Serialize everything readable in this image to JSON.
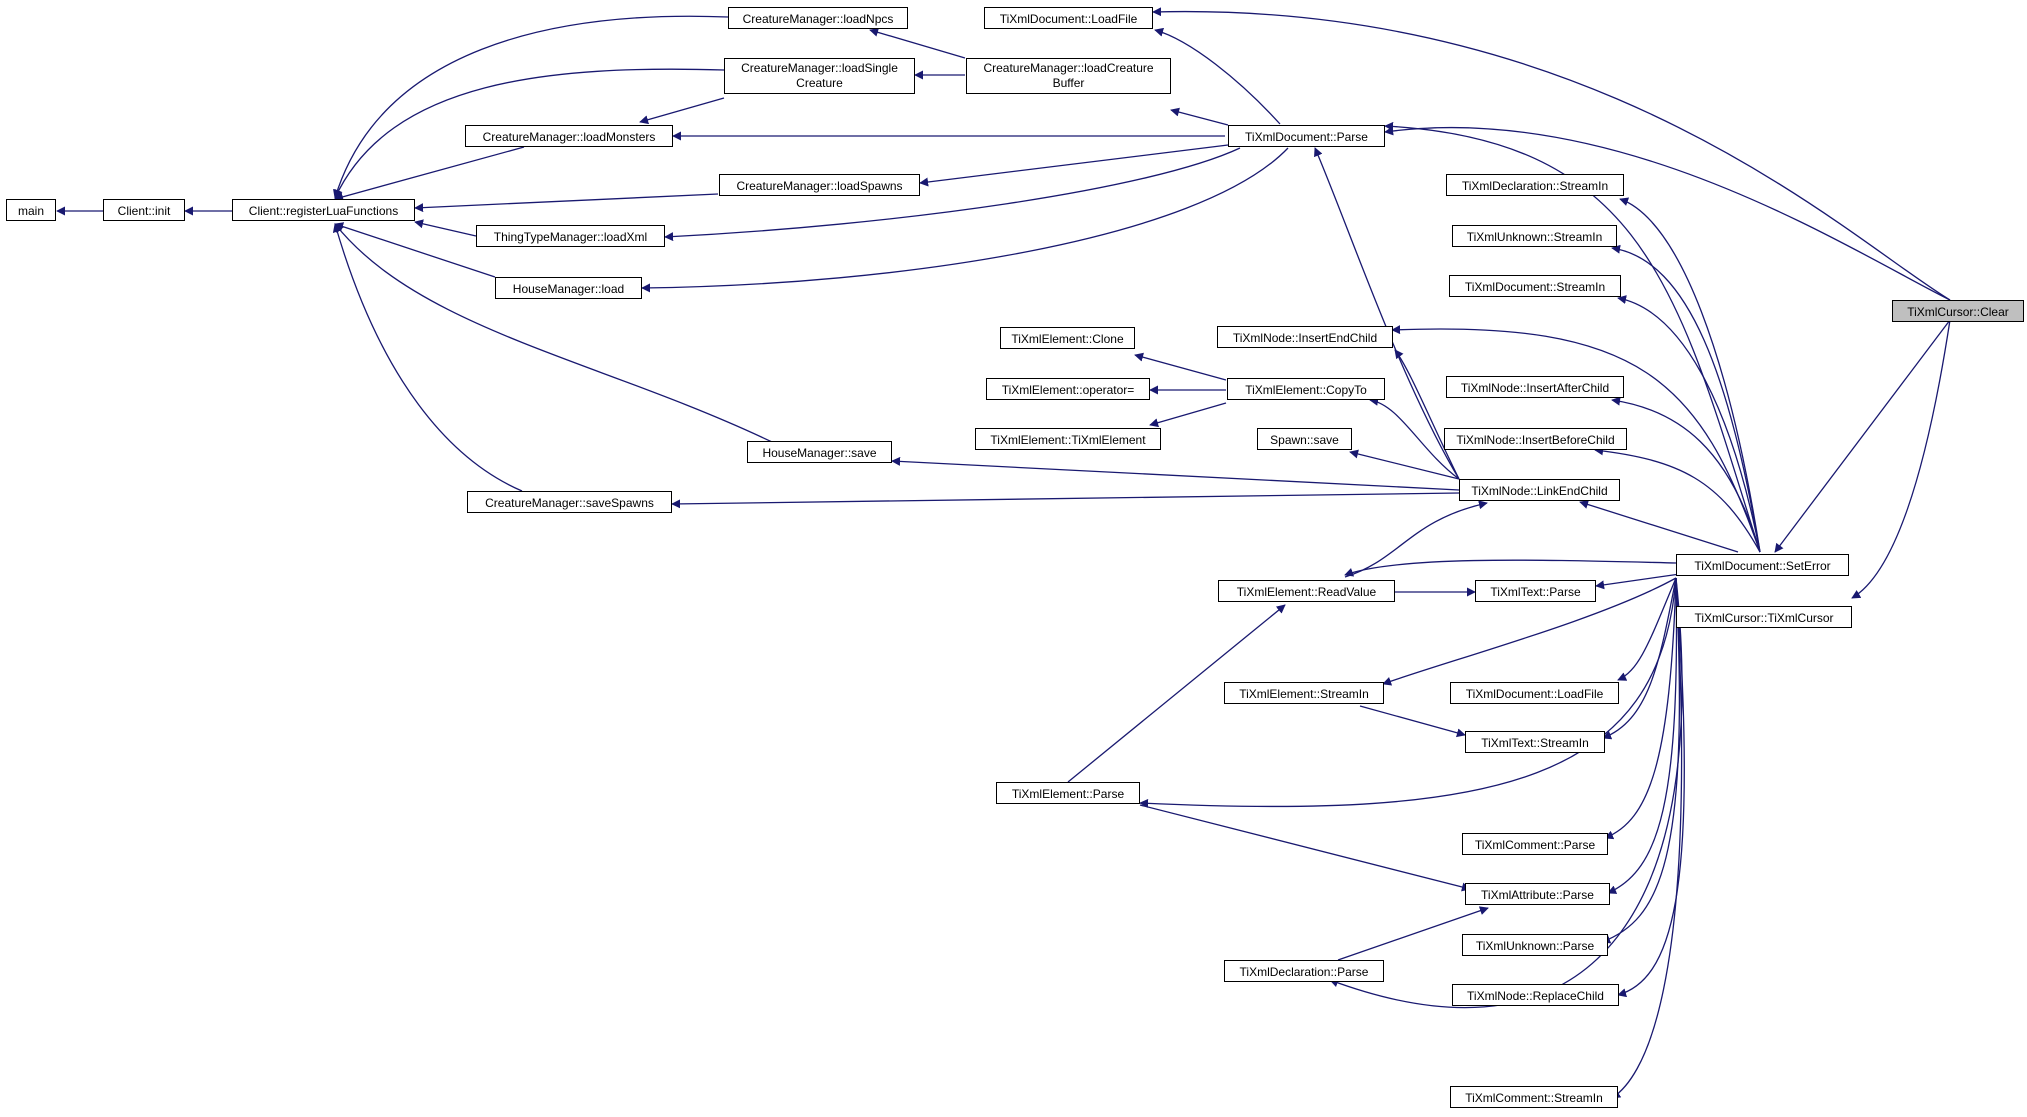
{
  "graph": {
    "colors": {
      "edge": "#191970",
      "node_border": "#000000",
      "node_fill": "#ffffff",
      "highlight_fill": "#bfbfbf"
    },
    "nodes": {
      "main": "main",
      "client_init": "Client::init",
      "register_lua": "Client::registerLuaFunctions",
      "cm_load_npcs": "CreatureManager::loadNpcs",
      "cm_load_single_1": "CreatureManager::loadSingle",
      "cm_load_single_2": "Creature",
      "cm_load_monsters": "CreatureManager::loadMonsters",
      "cm_load_spawns": "CreatureManager::loadSpawns",
      "ttm_load_xml": "ThingTypeManager::loadXml",
      "hm_load": "HouseManager::load",
      "hm_save": "HouseManager::save",
      "cm_save_spawns": "CreatureManager::saveSpawns",
      "doc_loadfile_top": "TiXmlDocument::LoadFile",
      "cm_load_buffer_1": "CreatureManager::loadCreature",
      "cm_load_buffer_2": "Buffer",
      "doc_parse": "TiXmlDocument::Parse",
      "el_clone": "TiXmlElement::Clone",
      "el_operator": "TiXmlElement::operator=",
      "el_ctor": "TiXmlElement::TiXmlElement",
      "el_copyto": "TiXmlElement::CopyTo",
      "node_insert_end": "TiXmlNode::InsertEndChild",
      "spawn_save": "Spawn::save",
      "node_link_end": "TiXmlNode::LinkEndChild",
      "el_readvalue": "TiXmlElement::ReadValue",
      "el_streamin": "TiXmlElement::StreamIn",
      "el_parse": "TiXmlElement::Parse",
      "decl_parse": "TiXmlDeclaration::Parse",
      "decl_streamin": "TiXmlDeclaration::StreamIn",
      "unk_streamin": "TiXmlUnknown::StreamIn",
      "doc_streamin": "TiXmlDocument::StreamIn",
      "node_insert_after": "TiXmlNode::InsertAfterChild",
      "node_insert_before": "TiXmlNode::InsertBeforeChild",
      "text_parse": "TiXmlText::Parse",
      "doc_loadfile": "TiXmlDocument::LoadFile",
      "text_streamin": "TiXmlText::StreamIn",
      "comment_parse": "TiXmlComment::Parse",
      "attr_parse": "TiXmlAttribute::Parse",
      "unk_parse": "TiXmlUnknown::Parse",
      "node_replace": "TiXmlNode::ReplaceChild",
      "comment_streamin": "TiXmlComment::StreamIn",
      "doc_seterror": "TiXmlDocument::SetError",
      "cursor_ctor": "TiXmlCursor::TiXmlCursor",
      "cursor_clear": "TiXmlCursor::Clear"
    }
  }
}
